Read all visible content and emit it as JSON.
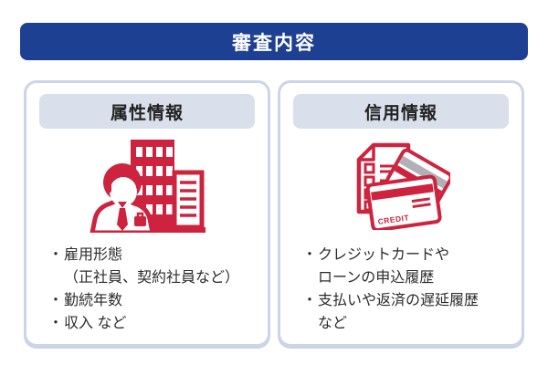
{
  "header": {
    "title": "審査内容"
  },
  "colors": {
    "navy": "#1e4093",
    "red": "#cd233e",
    "badge_bg": "#d9dfeb",
    "card_border": "#ccd4e7",
    "stripe_gray": "#b0b0b6",
    "text": "#2b2b2b"
  },
  "cards": [
    {
      "heading": "属性情報",
      "icon": "businessman-buildings-icon",
      "lines": [
        {
          "bullet": "・",
          "text": "雇用形態"
        },
        {
          "bullet": "",
          "text": "（正社員、契約社員など）"
        },
        {
          "bullet": "・",
          "text": "勤続年数"
        },
        {
          "bullet": "・",
          "text": "収入 など"
        }
      ]
    },
    {
      "heading": "信用情報",
      "icon": "document-credit-cards-icon",
      "lines": [
        {
          "bullet": "・",
          "text": "クレジットカードや"
        },
        {
          "bullet": "",
          "text": "ローンの申込履歴"
        },
        {
          "bullet": "・",
          "text": "支払いや返済の遅延履歴"
        },
        {
          "bullet": "",
          "text": "など"
        }
      ]
    }
  ],
  "credit_card_label": "CREDIT"
}
